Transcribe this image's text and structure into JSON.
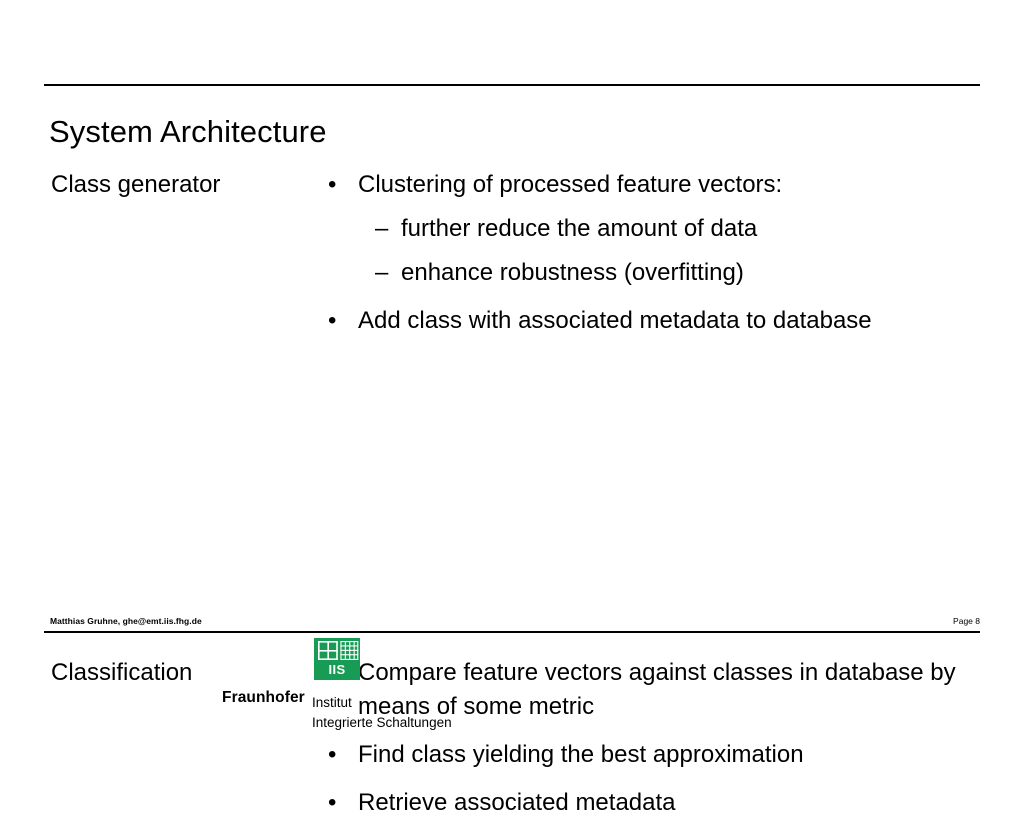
{
  "slide": {
    "title": "System Architecture",
    "page_label": "Page 8",
    "author_contact": "Matthias Gruhne, ghe@emt.iis.fhg.de",
    "accent_color": "#179B55",
    "text_color": "#000000",
    "background_color": "#ffffff"
  },
  "sections": [
    {
      "label": "Class generator",
      "bullets": [
        {
          "marker": "•",
          "text": "Clustering of processed feature vectors:",
          "sub": [
            {
              "marker": "–",
              "text": "further reduce the amount of data"
            },
            {
              "marker": "–",
              "text": "enhance robustness (overfitting)"
            }
          ]
        },
        {
          "marker": "•",
          "text": "Add class with associated metadata to database",
          "sub": []
        }
      ]
    },
    {
      "label": "Classification",
      "bullets": [
        {
          "marker": "•",
          "text": "Compare feature vectors against classes in database by means of some metric",
          "sub": []
        },
        {
          "marker": "•",
          "text": "Find class yielding the best approximation",
          "sub": []
        },
        {
          "marker": "•",
          "text": "Retrieve associated metadata",
          "sub": []
        }
      ]
    }
  ],
  "logo": {
    "mark_text": "IIS",
    "wordmark": "Fraunhofer",
    "line1": "Institut",
    "line2": "Integrierte Schaltungen",
    "color": "#179B55"
  }
}
